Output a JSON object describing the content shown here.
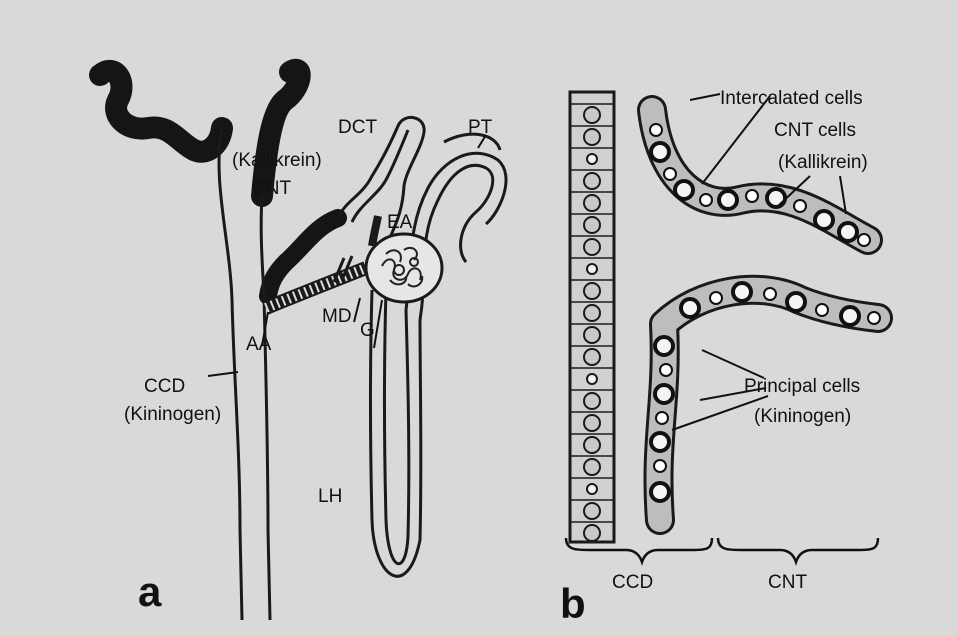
{
  "panel_a": {
    "panel_letter": "a",
    "labels": {
      "kallikrein": "(Kallikrein)",
      "cnt": "CNT",
      "dct": "DCT",
      "pt": "PT",
      "ea": "EA",
      "md": "MD",
      "aa": "AA",
      "g": "G",
      "ccd": "CCD",
      "kininogen": "(Kininogen)",
      "lh": "LH"
    }
  },
  "panel_b": {
    "panel_letter": "b",
    "labels": {
      "intercalated_cells": "Intercalated cells",
      "cnt_cells": "CNT cells",
      "kallikrein": "(Kallikrein)",
      "principal_cells": "Principal cells",
      "kininogen": "(Kininogen)",
      "ccd": "CCD",
      "cnt": "CNT"
    }
  }
}
